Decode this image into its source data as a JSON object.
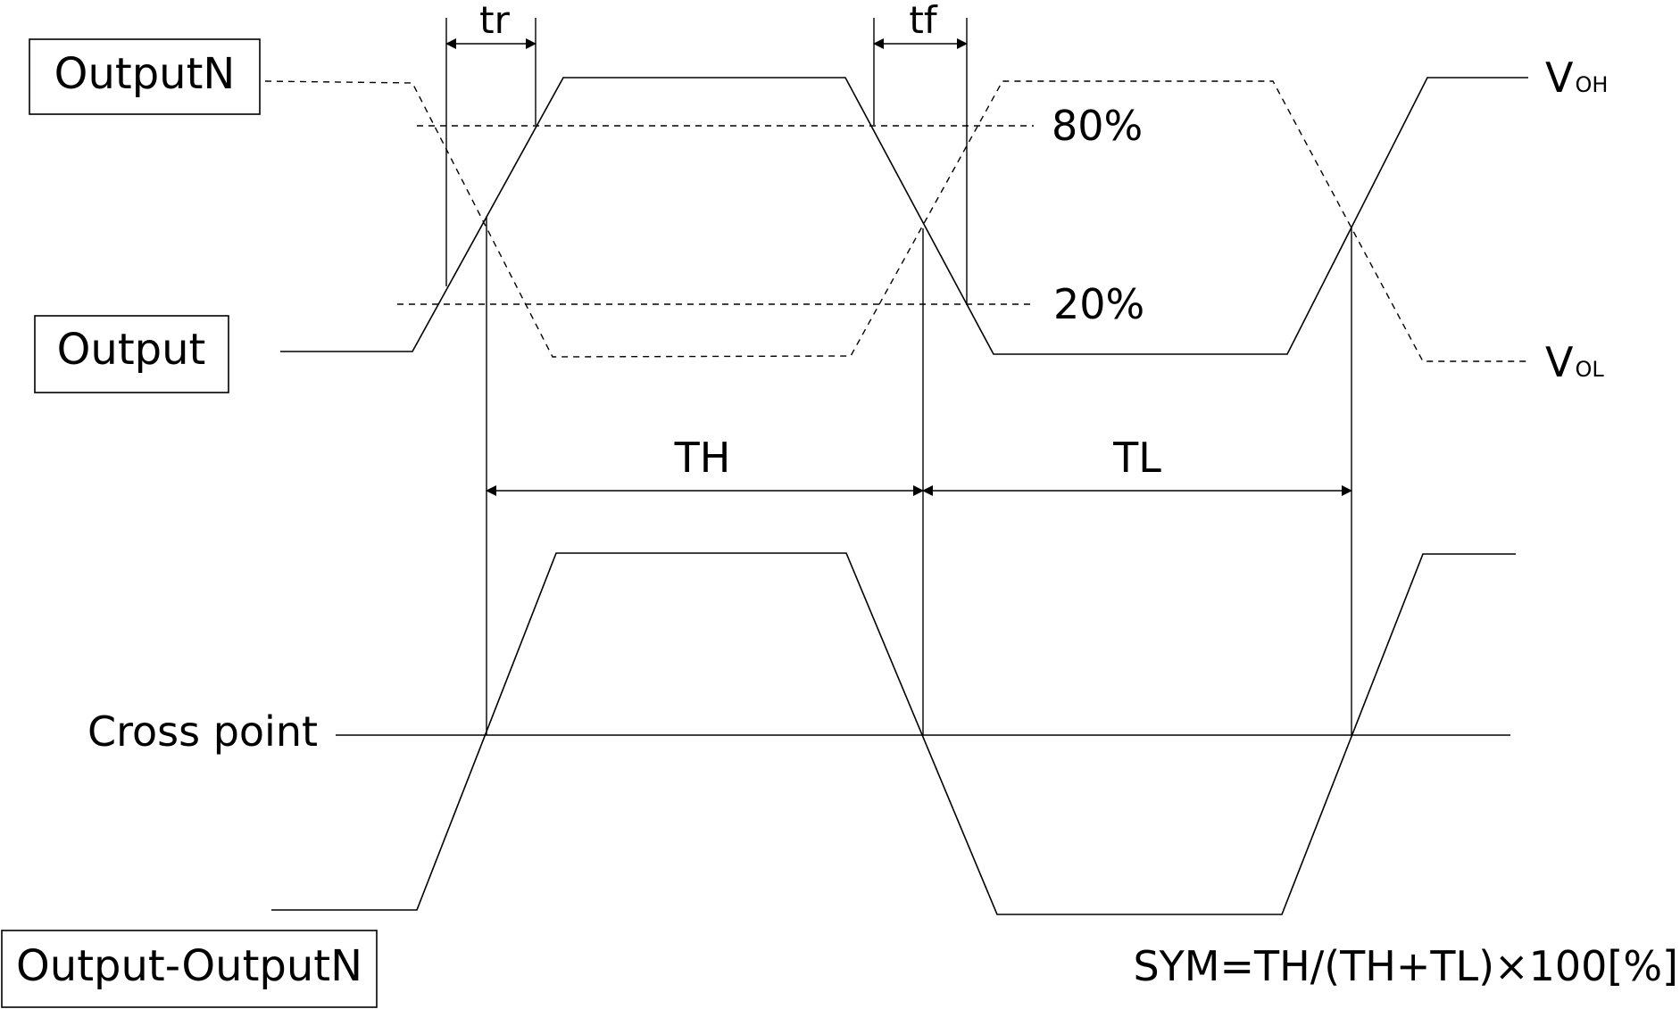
{
  "labels": {
    "outputn": "OutputN",
    "output": "Output",
    "output_minus_outputn": "Output-OutputN",
    "cross_point": "Cross point",
    "tr": "tr",
    "tf": "tf",
    "th": "TH",
    "tl": "TL",
    "pct80": "80%",
    "pct20": "20%",
    "voh_main": "V",
    "voh_sub": "OH",
    "vol_main": "V",
    "vol_sub": "OL",
    "formula": "SYM=TH/(TH+TL)×100[%]"
  },
  "colors": {
    "stroke": "#000000",
    "background": "#ffffff"
  }
}
